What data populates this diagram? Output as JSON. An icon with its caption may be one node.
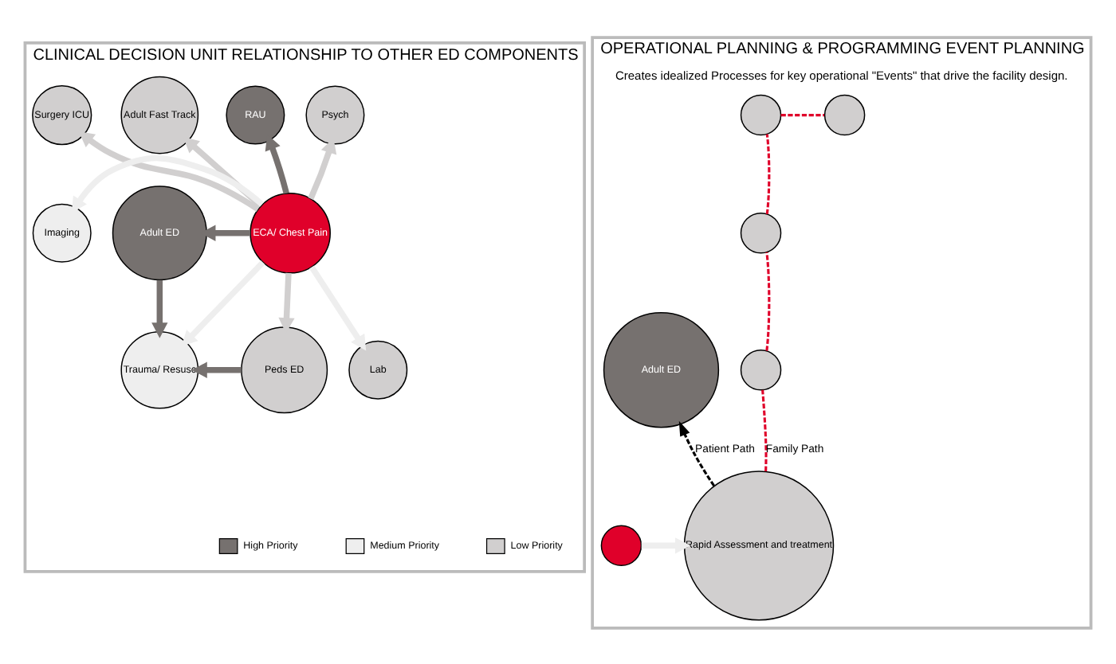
{
  "diagram": {
    "nodes": [
      {
        "text": [
          "CLINICAL DECISION UNIT RELATIONSHIP TO OTHER ED COMPONENTS"
        ]
      },
      {
        "text": [
          "Psych"
        ],
        "in": 0
      },
      {
        "text": [
          "Adult Fast Track"
        ],
        "in": 0
      },
      {
        "text": [
          "RAU"
        ],
        "in": 0
      },
      {
        "text": [
          "Surgery ICU"
        ],
        "in": 0
      },
      {
        "text": [
          "Adult ED"
        ],
        "in": 0
      },
      {
        "text": [
          "ECA/ Chest Pain"
        ],
        "in": 0
      },
      {
        "text": [
          "Imaging"
        ],
        "in": 0
      },
      {
        "text": [
          "Lab"
        ],
        "in": 0
      },
      {
        "text": [
          "Trauma/ Resusc"
        ],
        "in": 0
      },
      {
        "text": [
          "Peds ED"
        ],
        "in": 0
      },
      {
        "text": [
          "OPERATIONAL PLANNING & PROGRAMMING EVENT PLANNING",
          "Creates idealized Processes for key operational \"Events\" that drive the facility design."
        ]
      },
      {
        "text": [],
        "shape": "circle",
        "in": 11
      },
      {
        "text": [],
        "shape": "circle",
        "in": 11
      },
      {
        "text": [],
        "shape": "circle",
        "in": 11
      },
      {
        "text": [],
        "shape": "circle",
        "in": 11
      },
      {
        "text": [
          "Adult ED"
        ],
        "in": 11
      },
      {
        "text": [
          "Rapid Assessment and treatment"
        ],
        "in": 11
      },
      {
        "text": [],
        "shape": "circle",
        "in": 11
      }
    ],
    "edges": [
      {
        "from": 6,
        "to": 3,
        "arrow": "to",
        "color": "#76716f"
      },
      {
        "from": 6,
        "to": 5,
        "arrow": "to",
        "color": "#76716f"
      },
      {
        "from": 6,
        "to": 7,
        "arrow": "to",
        "color": "#eeeeee"
      },
      {
        "from": 6,
        "to": 8,
        "arrow": "to",
        "color": "#eeeeee"
      },
      {
        "from": 6,
        "to": 9,
        "arrow": "to",
        "color": "#eeeeee"
      },
      {
        "from": 6,
        "to": 2,
        "arrow": "to",
        "color": "#d1cfcf"
      },
      {
        "from": 6,
        "to": 1,
        "arrow": "to",
        "color": "#d1cfcf"
      },
      {
        "from": 6,
        "to": 4,
        "arrow": "to",
        "color": "#d1cfcf"
      },
      {
        "from": 6,
        "to": 10,
        "arrow": "to",
        "color": "#d1cfcf"
      },
      {
        "from": 5,
        "to": 9,
        "arrow": "to",
        "color": "#76716f"
      },
      {
        "from": 10,
        "to": 9,
        "arrow": "to",
        "color": "#76716f"
      },
      {
        "from": 18,
        "to": 17,
        "arrow": "to",
        "color": "#eeeeee"
      },
      {
        "from": 17,
        "to": 16,
        "arrow": "to",
        "style": "dashed",
        "color": "#000000",
        "label": "Patient Path"
      },
      {
        "from": 17,
        "to": 15,
        "arrow": "none",
        "style": "dashed",
        "color": "#e0002a",
        "label": "Family Path"
      },
      {
        "from": 15,
        "to": 14,
        "arrow": "none",
        "style": "dashed",
        "color": "#e0002a"
      },
      {
        "from": 14,
        "to": 12,
        "arrow": "none",
        "style": "dashed",
        "color": "#e0002a"
      },
      {
        "from": 12,
        "to": 13,
        "arrow": "none",
        "style": "dashed",
        "color": "#e0002a"
      }
    ],
    "legend": [
      {
        "text": "High Priority",
        "color": "#76716f"
      },
      {
        "text": "Medium Priority",
        "color": "#eeeeee"
      },
      {
        "text": "Low Priority",
        "color": "#d1cfcf"
      }
    ]
  }
}
